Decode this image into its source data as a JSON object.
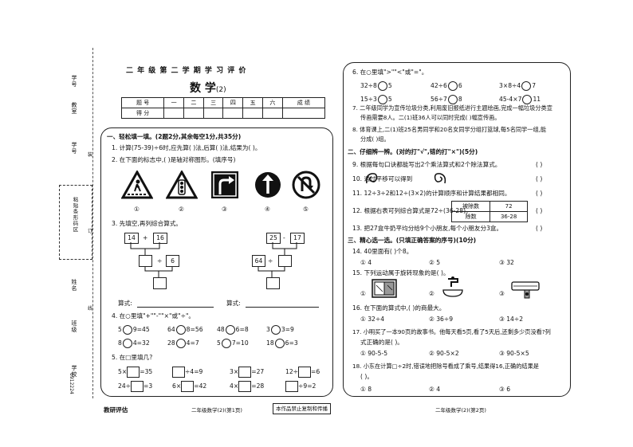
{
  "binding": {
    "labels": [
      "学号",
      "教室",
      "学号",
      "粘贴条形码区",
      "姓名",
      "班级",
      "学校"
    ],
    "line_marks": [
      "装",
      "订",
      "线"
    ],
    "code": "0912224"
  },
  "left": {
    "header": "二 年 级 第 二 学 期 学 习 评 价",
    "subject": "数 学",
    "subject_num": "(2)",
    "score_table": {
      "row1": [
        "题 号",
        "一",
        "二",
        "三",
        "四",
        "五",
        "六",
        "成 绩"
      ],
      "row2": [
        "得 分",
        "",
        "",
        "",
        "",
        "",
        "",
        ""
      ]
    },
    "s1_title": "一、轻松填一填。(2题2分,其余每空1分,共35分)",
    "q1": "1. 计算(75-39)÷6时,应先算(        )法,后算(        )法,结果为(        )。",
    "q2": "2. 在下面的标志中,(          )是轴对称图形。(填序号)",
    "sign_nums": [
      "①",
      "②",
      "③",
      "④",
      "⑤"
    ],
    "q3": "3. 先填空,再列综合算式。",
    "tree1": {
      "a": "14",
      "op1": "+",
      "b": "16",
      "op2": "÷",
      "c": "6"
    },
    "tree2": {
      "a": "25",
      "op1": "-",
      "b": "17",
      "c": "64",
      "op2": "÷"
    },
    "formula_label": "算式:",
    "q4": "4. 在○里填\"+\"\"-\"\"×\"或\"÷\"。",
    "q4_rows": [
      [
        "5",
        "9=45",
        "64",
        "8=56",
        "48",
        "6=8",
        "3",
        "3=9"
      ],
      [
        "8",
        "4=32",
        "28",
        "4=7",
        "5",
        "7=10",
        "18",
        "6=3"
      ]
    ],
    "q5": "5. 在□里填几?",
    "q5_rows": [
      [
        "5×",
        "=35",
        "",
        "÷4=9",
        "3×",
        "=27",
        "12÷",
        "=6"
      ],
      [
        "24÷",
        "=3",
        "6×",
        "=42",
        "4×",
        "=28",
        "",
        "÷9=2"
      ]
    ],
    "footer_left": "教研评估",
    "footer_mid": "二年级数学(2)(第1页)",
    "footer_right": "本作品禁止复制和传播"
  },
  "right": {
    "q6": "6. 在○里填\">\"\"<\"或\"=\"。",
    "q6_rows": [
      [
        "32÷8",
        "5",
        "42÷6",
        "6",
        "3×8÷4",
        "7"
      ],
      [
        "15÷3",
        "5",
        "56÷7",
        "8",
        "45-4×7",
        "11"
      ]
    ],
    "q7a": "7. 二年级同学为宣传垃圾分类,利用废旧报纸进行主题绘画,完成一幅垃圾分类宣",
    "q7b": "传画需要8人。二(1)班36人可以同时完成(        )幅宣传画。",
    "q8a": "8. 体育课上,二(1)班25名男同学和20名女同学分组打篮球,每5名同学一组,能",
    "q8b": "分成(        )组。",
    "s2_title": "二、仔细辨一辨。(对的打\"√\",错的打\"×\")(5分)",
    "j9": "9. 根据每句口诀都能写出2个乘法算式和2个除法算式。",
    "j10": "10.         通过平移可以得到",
    "j11": "11. 12÷3÷2和12÷(3×2)的计算顺序和计算结果都相同。",
    "j12": "12. 根据右表可列综合算式是72÷(36-28)。",
    "j12_table": [
      [
        "被除数",
        "72"
      ],
      [
        "除数",
        "36-28"
      ]
    ],
    "j13": "13. 把27盒牛奶平均分给9个小朋友,每个小朋友分3盒。",
    "paren": "(        )",
    "s3_title": "三、精心选一选。(只填正确答案的序号)(10分)",
    "c14": "14. 40里面有(        )个8。",
    "c14_opts": [
      "① 4",
      "② 5",
      "③ 32"
    ],
    "c15": "15. 下列运动属于旋转现象的是(        )。",
    "c15_opts": [
      "①",
      "②",
      "③"
    ],
    "c16": "16. 在下面的算式中,(        )的商最大。",
    "c16_opts": [
      "① 32÷4",
      "② 36÷9",
      "③ 14÷2"
    ],
    "c17a": "17. 小明买了一本90页的故事书。他每天看5页,看了5天后,还剩多少页没看?列",
    "c17b": "式正确的是(        )。",
    "c17_opts": [
      "① 90-5-5",
      "② 90-5×2",
      "③ 90-5×5"
    ],
    "c18a": "18. 小东在计算□÷2时,错误地把除号看成了乘号,结果得16,正确的结果是",
    "c18b": "(        )。",
    "c18_opts": [
      "① 8",
      "② 4",
      "③ 6"
    ],
    "footer": "二年级数学(2)(第2页)"
  }
}
